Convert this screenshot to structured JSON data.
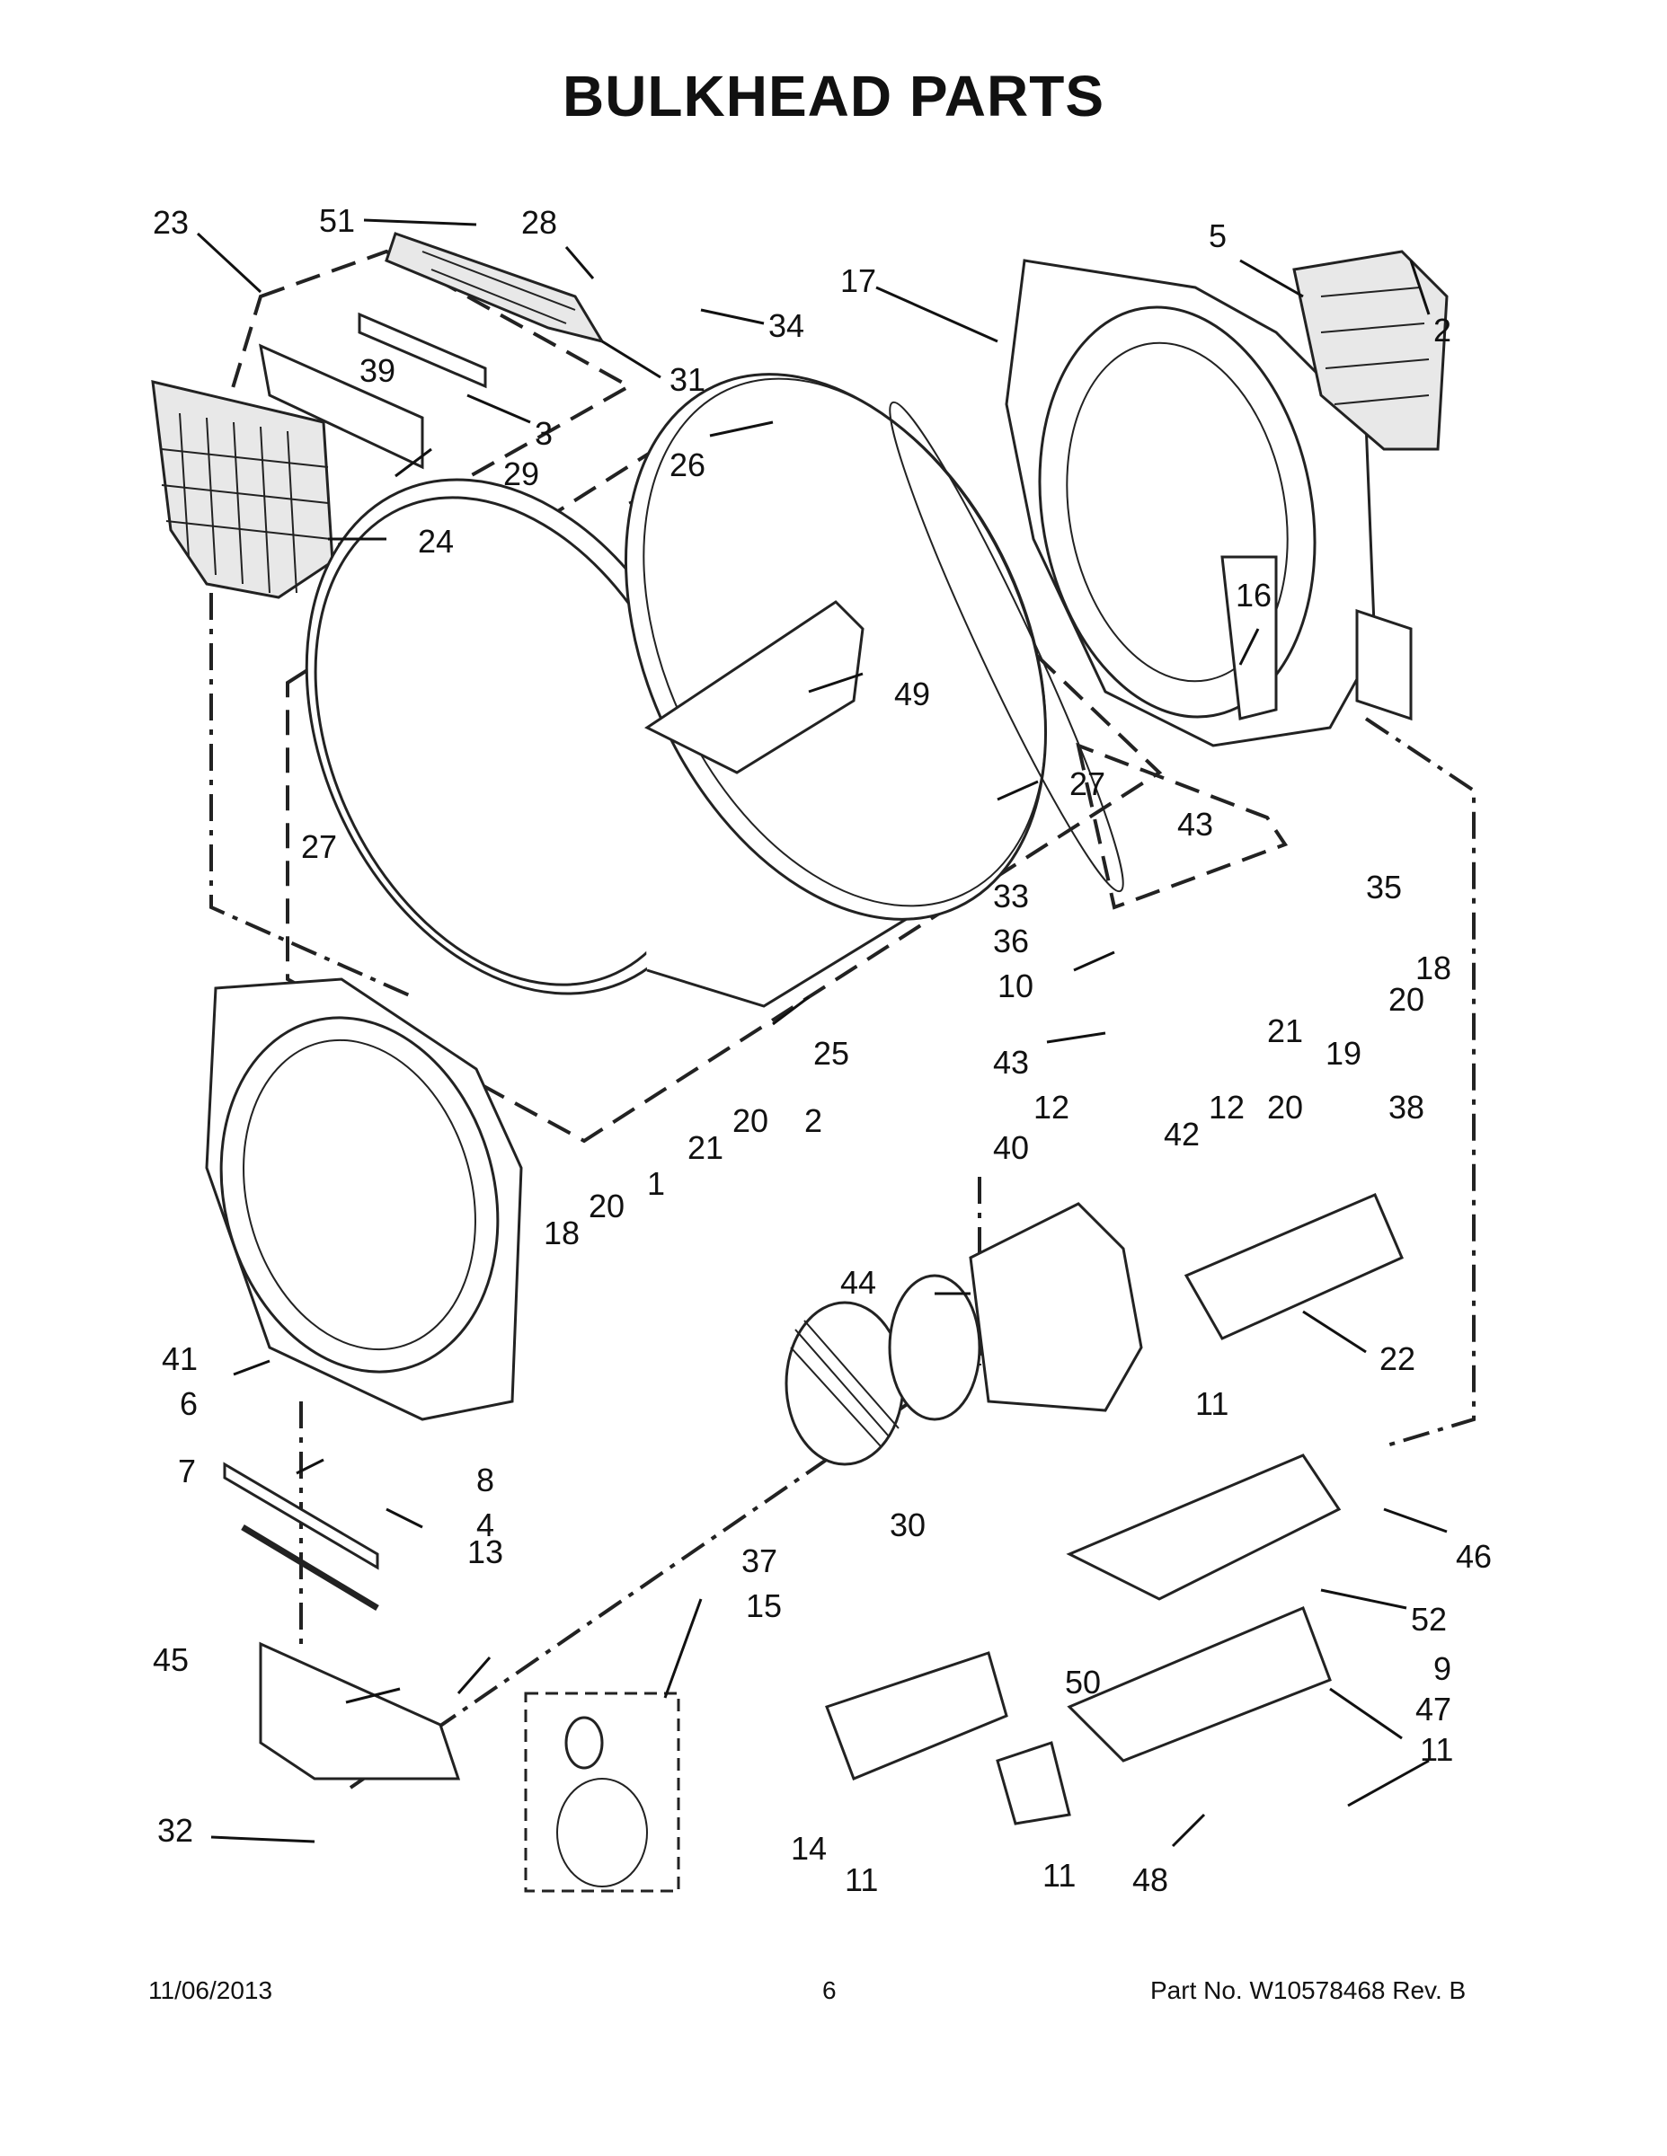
{
  "page": {
    "title": "BULKHEAD PARTS",
    "footer_date": "11/06/2013",
    "footer_page": "6",
    "footer_part_no": "Part No.  W10578468  Rev.  B"
  },
  "callouts": [
    "23",
    "51",
    "28",
    "17",
    "5",
    "2",
    "34",
    "31",
    "39",
    "3",
    "26",
    "29",
    "24",
    "16",
    "49",
    "27",
    "27",
    "43",
    "35",
    "33",
    "18",
    "36",
    "20",
    "10",
    "19",
    "21",
    "25",
    "43",
    "20",
    "2",
    "12",
    "12",
    "42",
    "38",
    "21",
    "20",
    "40",
    "1",
    "18",
    "20",
    "44",
    "41",
    "22",
    "6",
    "11",
    "8",
    "7",
    "4",
    "13",
    "37",
    "30",
    "46",
    "52",
    "15",
    "45",
    "9",
    "50",
    "47",
    "11",
    "14",
    "11",
    "11",
    "32",
    "48"
  ]
}
